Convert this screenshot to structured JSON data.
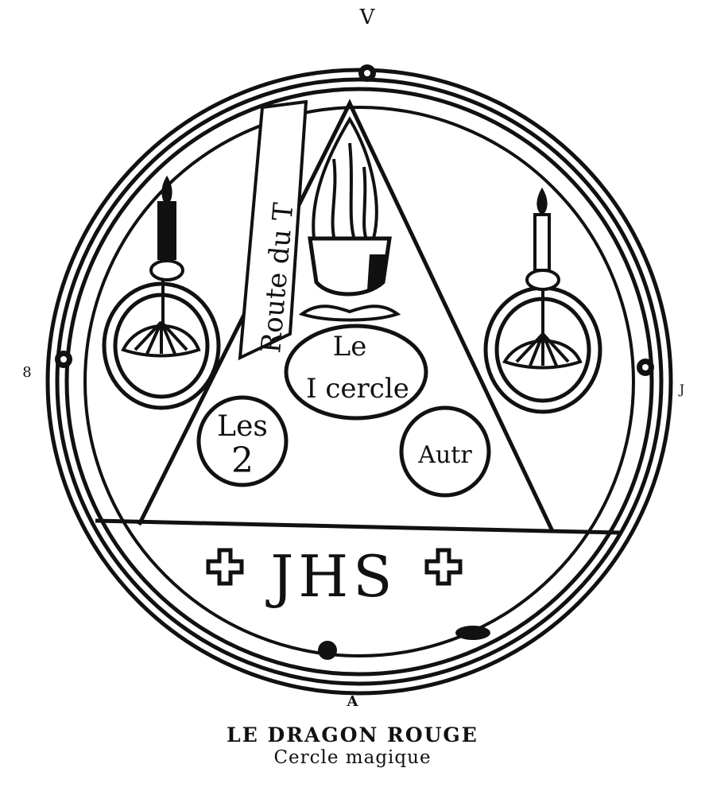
{
  "illustration": {
    "marks": {
      "top": "V",
      "left": "8",
      "right": "J"
    },
    "route_label": "Route du T",
    "center_circle": {
      "line1": "Le",
      "line2": "I cercle"
    },
    "left_circle": {
      "line1": "Les",
      "line2": "2"
    },
    "right_circle": "Autr",
    "monogram": "JHS",
    "ink_color": "#111111"
  },
  "caption": {
    "mark": "A",
    "title": "LE DRAGON ROUGE",
    "subtitle": "Cercle magique"
  }
}
